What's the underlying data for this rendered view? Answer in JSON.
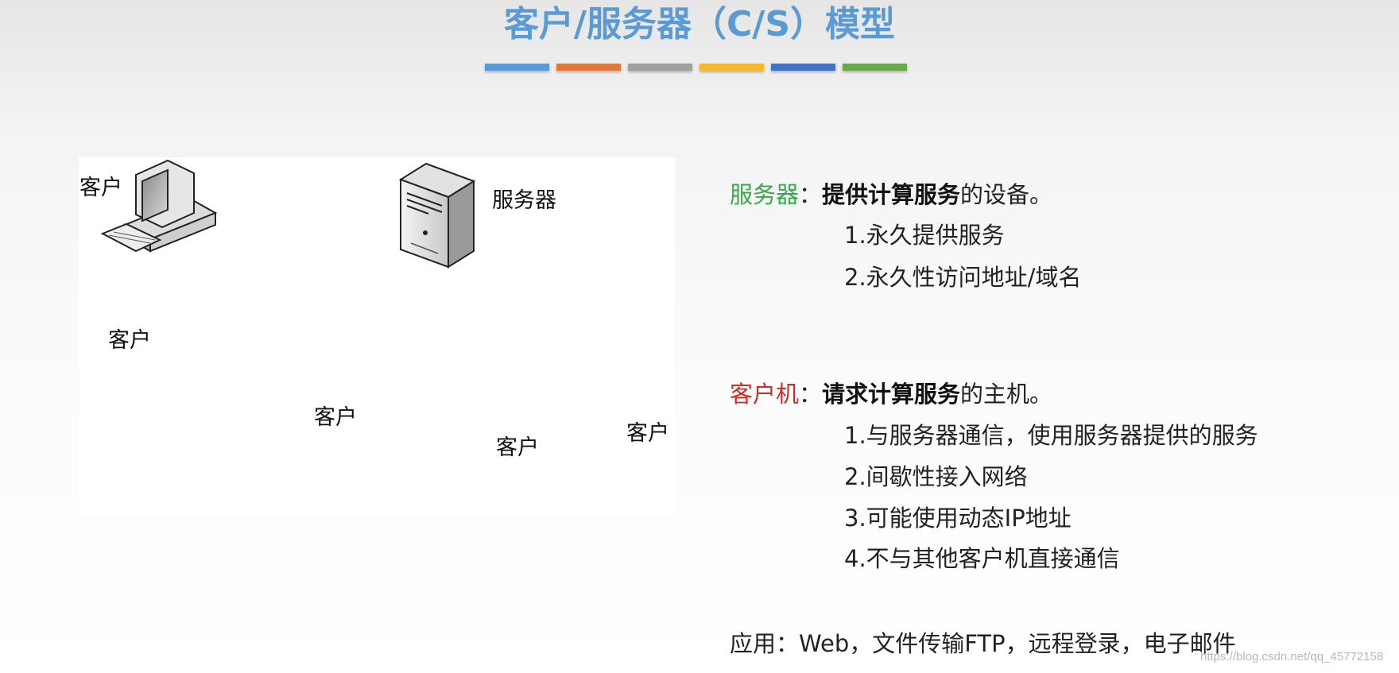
{
  "title": "客户/服务器（C/S）模型",
  "accent_bar_colors": [
    "#5b9bd5",
    "#e07a3c",
    "#a0a0a0",
    "#f5b82e",
    "#4472c4",
    "#6aa84f"
  ],
  "diagram": {
    "server_label": "服务器",
    "client_label": "客户"
  },
  "server_section": {
    "term": "服务器",
    "colon": "：",
    "definition_bold": "提供计算服务",
    "definition_rest": "的设备。",
    "points": [
      "1.永久提供服务",
      "2.永久性访问地址/域名"
    ]
  },
  "client_section": {
    "term": "客户机",
    "colon": "：",
    "definition_bold": "请求计算服务",
    "definition_rest": "的主机。",
    "points": [
      "1.与服务器通信，使用服务器提供的服务",
      "2.间歇性接入网络",
      "3.可能使用动态IP地址",
      "4.不与其他客户机直接通信"
    ]
  },
  "application": "应用：Web，文件传输FTP，远程登录，电子邮件",
  "watermark": "https://blog.csdn.net/qq_45772158",
  "colors": {
    "title": "#5b9bd5",
    "server_term": "#3aa84a",
    "client_term": "#c9302c"
  }
}
